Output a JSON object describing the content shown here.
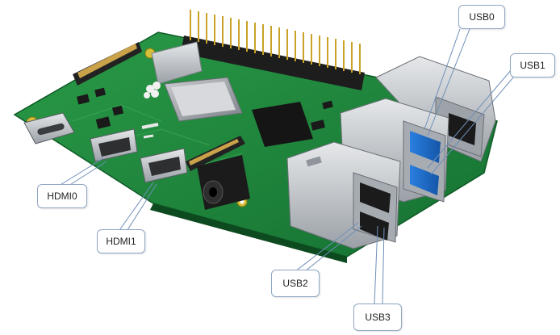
{
  "labels": {
    "usb0": "USB0",
    "usb1": "USB1",
    "usb2": "USB2",
    "usb3": "USB3",
    "hdmi0": "HDMI0",
    "hdmi1": "HDMI1"
  },
  "colors": {
    "pcb": "#1f8a3a",
    "usb3_blue": "#1f6fd1",
    "metal": "#b9bec4",
    "callout_border": "#8ea6c3",
    "leader": "#6f8fb8"
  },
  "icons": [
    "raspberry-logo-icon",
    "fcc-mark-icon",
    "ce-mark-icon"
  ]
}
